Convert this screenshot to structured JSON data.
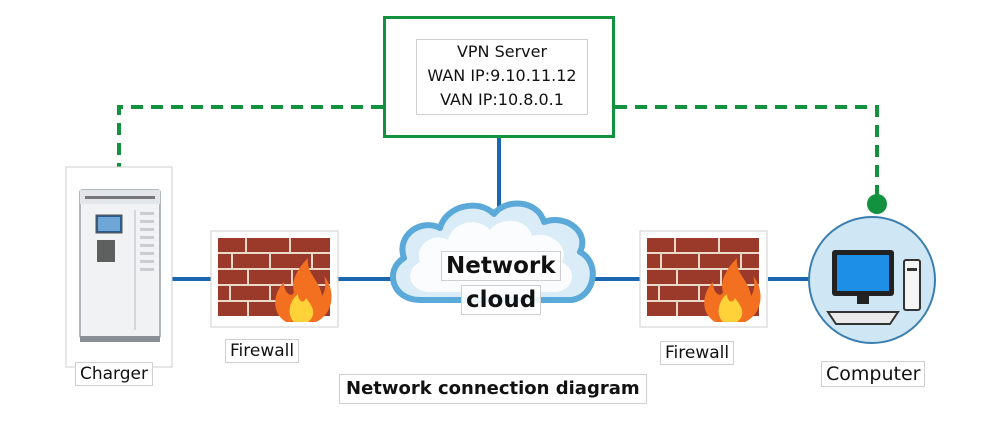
{
  "vpn_server": {
    "line1": "VPN Server",
    "line2": "WAN IP:9.10.11.12",
    "line3": "VAN IP:10.8.0.1"
  },
  "nodes": {
    "charger": "Charger",
    "firewall_left": "Firewall",
    "cloud_line1": "Network",
    "cloud_line2": "cloud",
    "firewall_right": "Firewall",
    "computer": "Computer"
  },
  "diagram_title": "Network connection diagram",
  "colors": {
    "vpn_green": "#12923e",
    "wire_blue": "#1a66b0",
    "cloud_fill": "#d9ecf7",
    "cloud_stroke": "#5aa9d8",
    "computer_circle": "#cfe6f4"
  }
}
